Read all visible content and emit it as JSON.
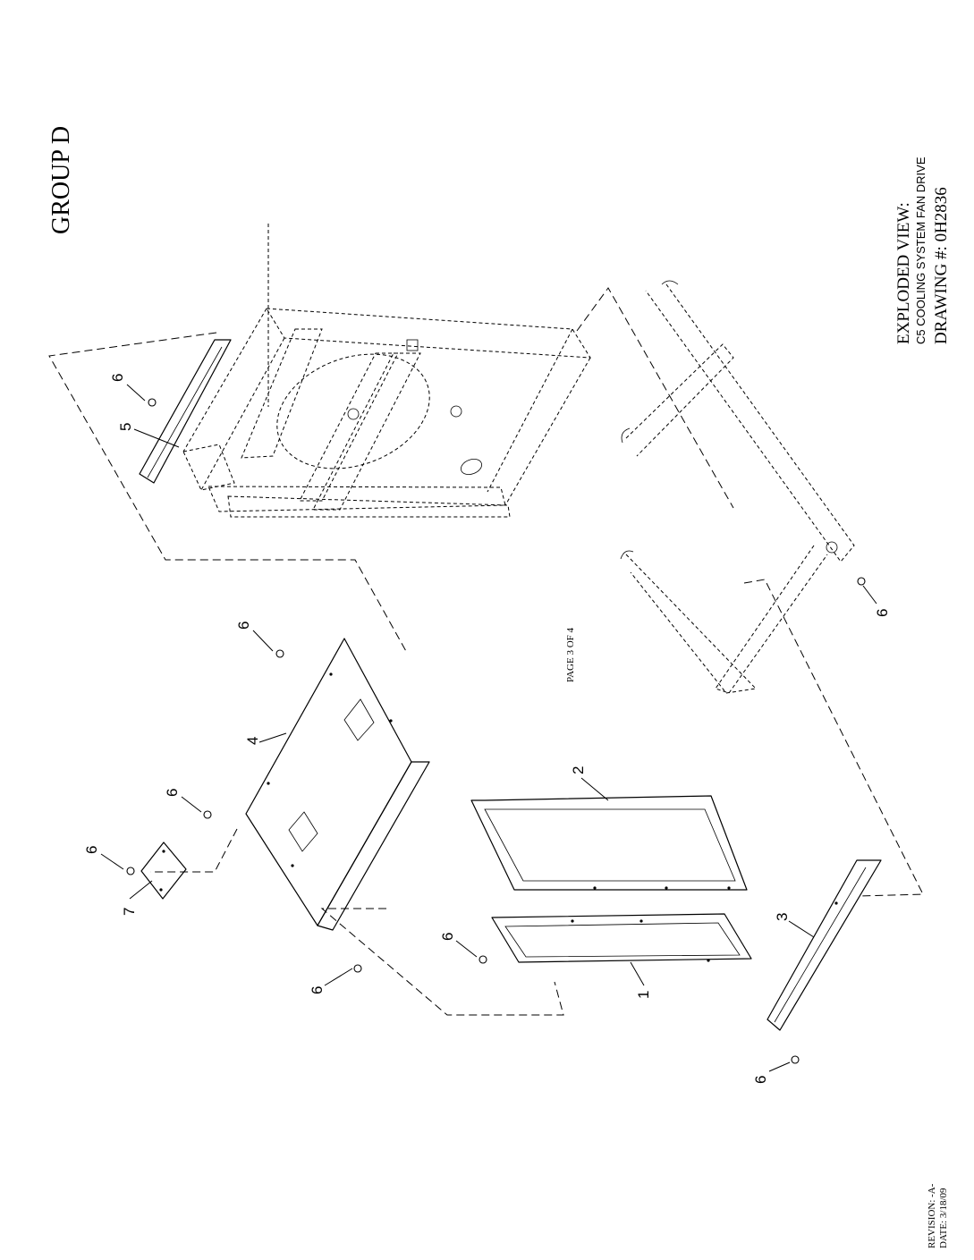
{
  "header": {
    "group_label": "GROUP D"
  },
  "title_block": {
    "title": "EXPLODED VIEW:",
    "subtitle": "C5 COOLING SYSTEM FAN DRIVE",
    "drawing_number": "DRAWING #: 0H2836"
  },
  "page_label": "PAGE 3 OF 4",
  "revision": {
    "revision": "REVISION: -A-",
    "date": "DATE:  3/18/09"
  },
  "callouts": [
    "1",
    "2",
    "3",
    "4",
    "5",
    "6",
    "7"
  ]
}
